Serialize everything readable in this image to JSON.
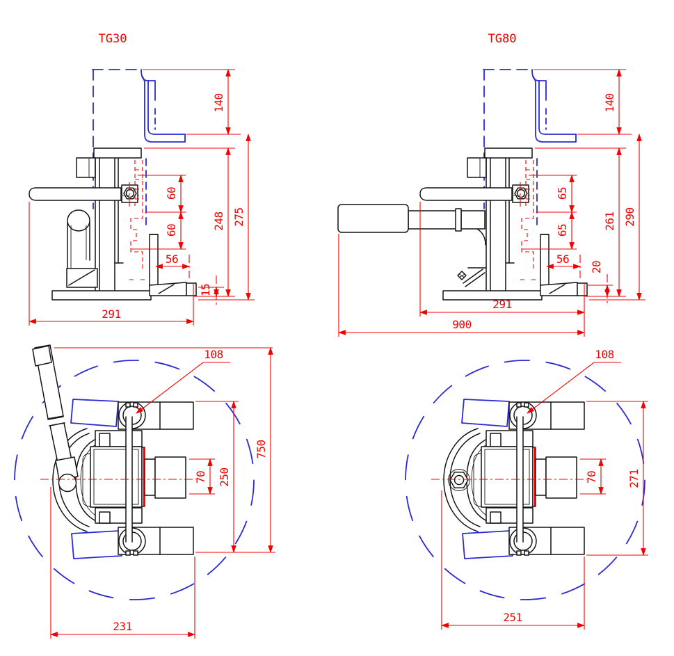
{
  "drawing": {
    "titles": {
      "left": "TG30",
      "right": "TG80"
    },
    "colors": {
      "dimension_red": "#f20000",
      "phantom_blue": "#2a2ad4",
      "line_black": "#141414",
      "background": "#ffffff"
    },
    "views": {
      "tg30_side": {
        "label": "TG30 side elevation",
        "dims": {
          "lift_height": "140",
          "rack_pitch_upper": "60",
          "rack_pitch_lower": "60",
          "toe_depth": "56",
          "toe_lip_height": "15",
          "body_height": "248",
          "overall_height": "275",
          "base_length": "291"
        }
      },
      "tg80_side": {
        "label": "TG80 side elevation",
        "dims": {
          "lift_height": "140",
          "rack_pitch_upper": "65",
          "rack_pitch_lower": "65",
          "toe_depth": "56",
          "toe_lip_height": "20",
          "body_height": "261",
          "overall_height": "290",
          "base_length": "291",
          "handle_reach": "900"
        }
      },
      "tg30_plan": {
        "label": "TG30 plan view",
        "dims": {
          "eye_pin_diameter": "108",
          "ram_width": "70",
          "frame_width": "250",
          "handle_swing_width": "750",
          "base_width": "231"
        }
      },
      "tg80_plan": {
        "label": "TG80 plan view",
        "dims": {
          "eye_pin_diameter": "108",
          "ram_width": "70",
          "frame_width": "271",
          "base_width": "251"
        }
      }
    }
  }
}
